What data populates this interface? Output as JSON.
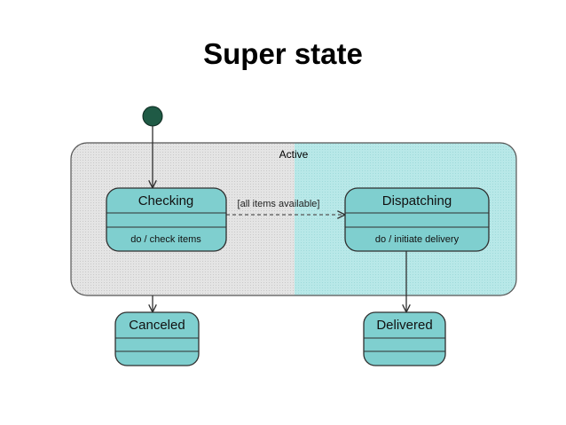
{
  "slide": {
    "title": "Super state"
  },
  "diagram": {
    "super_state": {
      "name": "Active"
    },
    "states": {
      "checking": {
        "name": "Checking",
        "activity": "do / check items"
      },
      "dispatching": {
        "name": "Dispatching",
        "activity": "do / initiate delivery"
      },
      "canceled": {
        "name": "Canceled"
      },
      "delivered": {
        "name": "Delivered"
      }
    },
    "transitions": {
      "checking_to_dispatching": {
        "guard": "[all items available]"
      }
    },
    "colors": {
      "super_left_fill": "#e1e1e1",
      "super_right_fill": "#b4e5e5",
      "state_fill": "#7fcfcf",
      "initial_fill": "#1f5a45",
      "stroke": "#2f2f2f"
    }
  }
}
